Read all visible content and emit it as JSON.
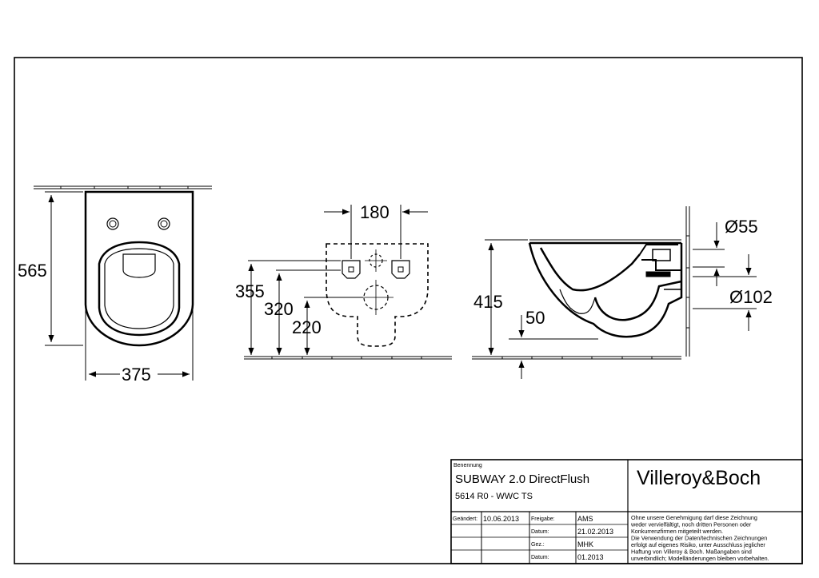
{
  "dimensions": {
    "front_view": {
      "height": "565",
      "width": "375"
    },
    "rear_view": {
      "hole_spacing": "180",
      "height_top": "355",
      "height_mid": "320",
      "height_low": "220"
    },
    "side_view": {
      "height": "415",
      "rim_offset": "50",
      "outlet_diameter": "Ø55",
      "inlet_diameter": "Ø102"
    }
  },
  "title_block": {
    "designation_label": "Benennung",
    "product_name": "SUBWAY 2.0 DirectFlush",
    "product_code": "5614 R0 - WWC TS",
    "brand": "Villeroy&Boch",
    "changed_label": "Geändert:",
    "changed_date": "10.06.2013",
    "release_label": "Freigabe:",
    "release_value": "AMS",
    "date_label_1": "Datum:",
    "date_value_1": "21.02.2013",
    "checked_label": "Gez.:",
    "checked_value": "MHK",
    "date_label_2": "Datum:",
    "date_value_2": "01.2013",
    "disclaimer": [
      "Ohne unsere Genehmigung darf diese Zeichnung",
      "weder vervielfältigt, noch dritten Personen oder",
      "Konkurrenzfirmen mitgeteilt werden.",
      "Die Verwendung der Daten/technischen Zeichnungen",
      "erfolgt auf eigenes Risiko, unter Ausschluss jeglicher",
      "Haftung von Villeroy & Boch. Maßangaben sind",
      "unverbindlich; Modelländerungen bleiben vorbehalten."
    ]
  }
}
